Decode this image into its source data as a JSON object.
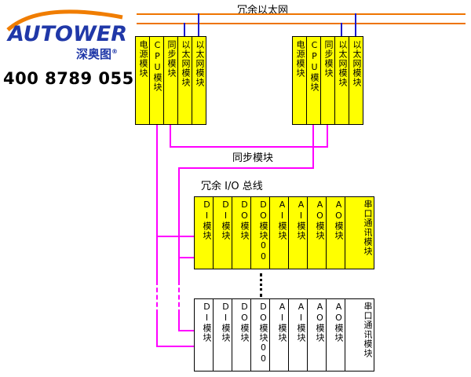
{
  "logo": {
    "brand": "AUTOWER",
    "brand_cn": "深奥图",
    "trademark": "®",
    "phone": "400 8789 055"
  },
  "labels": {
    "ethernet": "冗余以太网",
    "sync_link": "同步模块",
    "io_bus": "冗余 I/O 总线"
  },
  "racks": {
    "rack1": {
      "modules": [
        "电源模块",
        "CPU模块",
        "同步模块",
        "以太网模块",
        "以太网模块"
      ]
    },
    "rack2": {
      "modules": [
        "电源模块",
        "CPU模块",
        "同步模块",
        "以太网模块",
        "以太网模块"
      ]
    }
  },
  "io_rows": {
    "row1": {
      "modules": [
        "DI模块",
        "DI模块",
        "DO模块",
        "DO模块00",
        "AI模块",
        "AI模块",
        "AO模块",
        "AO模块"
      ],
      "serial": "串口通讯模块"
    },
    "row2": {
      "modules": [
        "DI模块",
        "DI模块",
        "DO模块",
        "DO模块00",
        "AI模块",
        "AI模块",
        "AO模块",
        "AO模块"
      ],
      "serial": "串口通讯模块"
    }
  },
  "colors": {
    "module_fill_active": "#FFFF00",
    "module_fill_plain": "#FFFFFF",
    "ethernet_line": "#EE7400",
    "ethernet_drop": "#1A1ACD",
    "io_bus_line": "#FF00FF",
    "brand_blue": "#2038A8",
    "brand_orange": "#F07D00"
  }
}
